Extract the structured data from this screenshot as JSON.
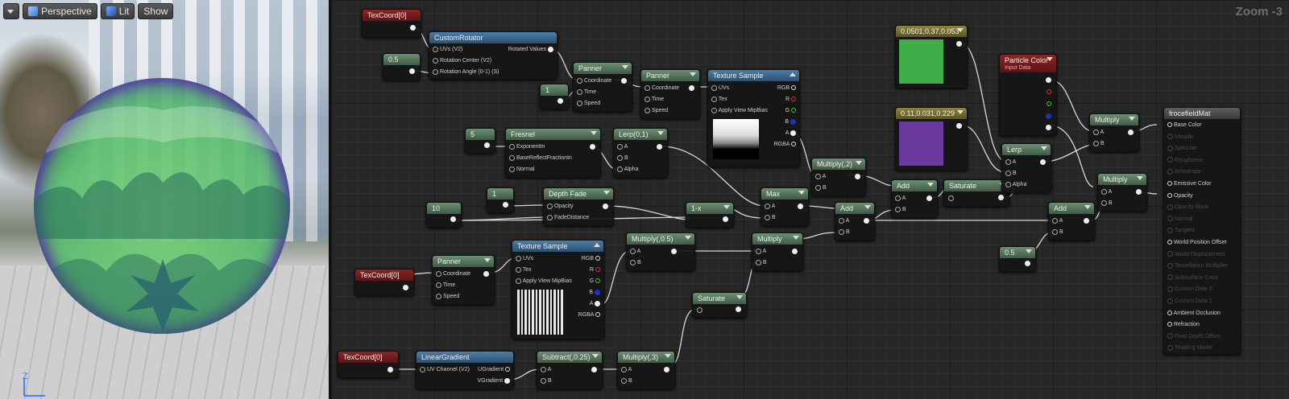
{
  "viewport": {
    "toolbar": {
      "menu_label": "",
      "perspective_label": "Perspective",
      "lit_label": "Lit",
      "show_label": "Show"
    },
    "axis_label": "Z"
  },
  "graph": {
    "zoom_label": "Zoom -3",
    "nodes": {
      "texcoord_1": {
        "title": "TexCoord[0]"
      },
      "custom_rotator": {
        "title": "CustomRotator",
        "inputs": [
          "UVs (V2)",
          "Rotation Center (V2)",
          "Rotation Angle (0-1) (S)"
        ],
        "output": "Rotated Values"
      },
      "const_05_a": {
        "title": "0.5"
      },
      "const_1_a": {
        "title": "1"
      },
      "panner_1": {
        "title": "Panner",
        "inputs": [
          "Coordinate",
          "Time",
          "Speed"
        ]
      },
      "panner_2": {
        "title": "Panner",
        "inputs": [
          "Coordinate",
          "Time",
          "Speed"
        ]
      },
      "texture_sample_1": {
        "title": "Texture Sample",
        "inputs": [
          "UVs",
          "Tex",
          "Apply View MipBias"
        ],
        "outputs": [
          "RGB",
          "R",
          "G",
          "B",
          "A",
          "RGBA"
        ]
      },
      "const_5": {
        "title": "5"
      },
      "fresnel": {
        "title": "Fresnel",
        "inputs": [
          "ExponentIn",
          "BaseReflectFractionIn",
          "Normal"
        ]
      },
      "lerp_01": {
        "title": "Lerp(0,1)",
        "inputs": [
          "A",
          "B",
          "Alpha"
        ]
      },
      "multiply_2": {
        "title": "Multiply(,2)",
        "inputs": [
          "A",
          "B"
        ]
      },
      "color_green": {
        "title": "0.0501,0.37,0.053",
        "color": "#3fae48"
      },
      "color_purple": {
        "title": "0.11,0.031,0.229",
        "color": "#6b3aa1"
      },
      "particle_color": {
        "title": "Particle Color",
        "subtitle": "Input Data"
      },
      "const_1_b": {
        "title": "1"
      },
      "depth_fade": {
        "title": "Depth Fade",
        "inputs": [
          "Opacity",
          "FadeDistance"
        ]
      },
      "const_10": {
        "title": "10"
      },
      "one_minus": {
        "title": "1-x"
      },
      "max": {
        "title": "Max",
        "inputs": [
          "A",
          "B"
        ]
      },
      "add_1": {
        "title": "Add",
        "inputs": [
          "A",
          "B"
        ]
      },
      "saturate_1": {
        "title": "Saturate"
      },
      "lerp": {
        "title": "Lerp",
        "inputs": [
          "A",
          "B",
          "Alpha"
        ]
      },
      "multiply_a": {
        "title": "Multiply",
        "inputs": [
          "A",
          "B"
        ]
      },
      "multiply_b": {
        "title": "Multiply",
        "inputs": [
          "A",
          "B"
        ]
      },
      "add_2": {
        "title": "Add",
        "inputs": [
          "A",
          "B"
        ]
      },
      "add_3": {
        "title": "Add",
        "inputs": [
          "A",
          "B"
        ]
      },
      "const_05_b": {
        "title": "0.5"
      },
      "texcoord_2": {
        "title": "TexCoord[0]"
      },
      "panner_3": {
        "title": "Panner",
        "inputs": [
          "Coordinate",
          "Time",
          "Speed"
        ]
      },
      "texture_sample_2": {
        "title": "Texture Sample",
        "inputs": [
          "UVs",
          "Tex",
          "Apply View MipBias"
        ],
        "outputs": [
          "RGB",
          "R",
          "G",
          "B",
          "A",
          "RGBA"
        ]
      },
      "multiply_05": {
        "title": "Multiply(,0.5)",
        "inputs": [
          "A",
          "B"
        ]
      },
      "multiply_c": {
        "title": "Multiply",
        "inputs": [
          "A",
          "B"
        ]
      },
      "saturate_2": {
        "title": "Saturate"
      },
      "texcoord_3": {
        "title": "TexCoord[0]"
      },
      "linear_gradient": {
        "title": "LinearGradient",
        "inputs": [
          "UV Channel (V2)"
        ],
        "outputs": [
          "UGradient",
          "VGradient"
        ]
      },
      "subtract_025": {
        "title": "Subtract(,0.25)",
        "inputs": [
          "A",
          "B"
        ]
      },
      "multiply_3": {
        "title": "Multiply(,3)",
        "inputs": [
          "A",
          "B"
        ]
      },
      "material": {
        "title": "frocefieldMat",
        "inputs": [
          "Base Color",
          "Metallic",
          "Specular",
          "Roughness",
          "Anisotropy",
          "Emissive Color",
          "Opacity",
          "Opacity Mask",
          "Normal",
          "Tangent",
          "World Position Offset",
          "World Displacement",
          "Tessellation Multiplier",
          "Subsurface Color",
          "Custom Data 0",
          "Custom Data 1",
          "Ambient Occlusion",
          "Refraction",
          "Pixel Depth Offset",
          "Shading Model"
        ],
        "active": [
          true,
          false,
          false,
          false,
          false,
          true,
          true,
          false,
          false,
          false,
          true,
          false,
          false,
          false,
          false,
          false,
          true,
          true,
          false,
          false
        ]
      }
    }
  }
}
